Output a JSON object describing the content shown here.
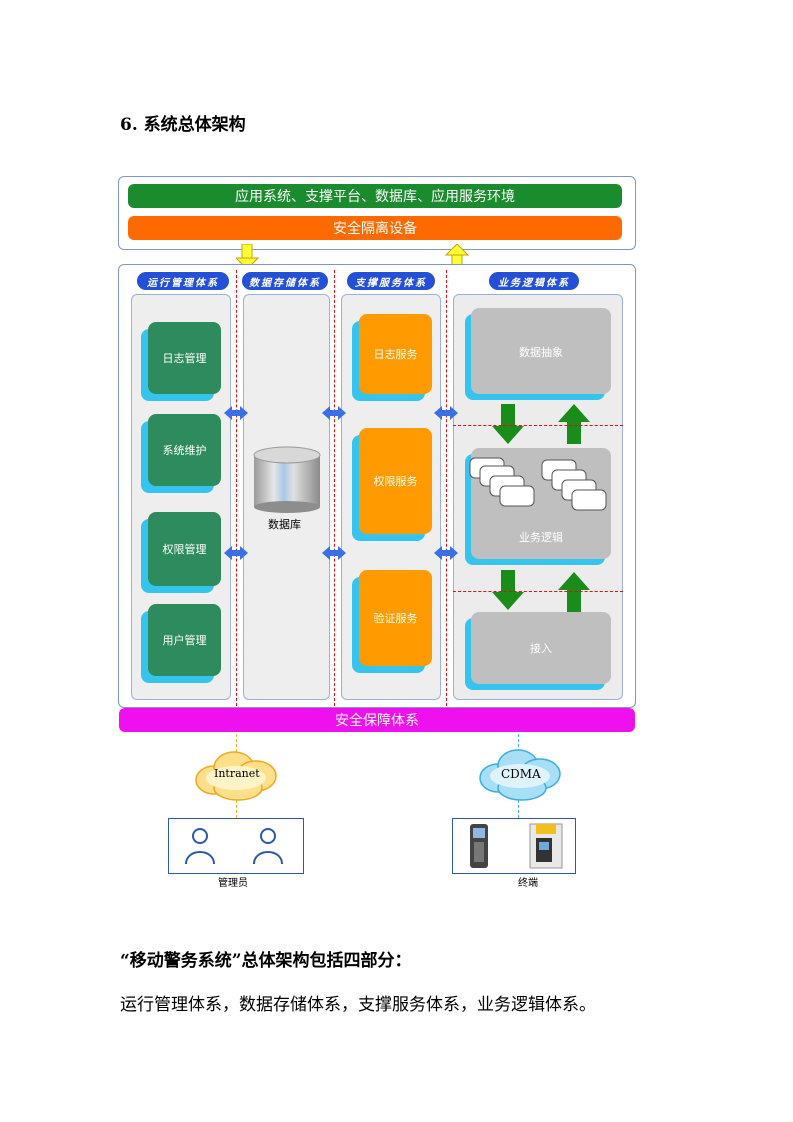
{
  "section_title": "6.  系统总体架构",
  "diagram": {
    "top_bar": "应用系统、支撑平台、数据库、应用服务环境",
    "isolation_bar": "安全隔离设备",
    "security_bar": "安全保障体系",
    "columns": {
      "ops": {
        "title": "运行管理体系",
        "items": [
          "日志管理",
          "系统维护",
          "权限管理",
          "用户管理"
        ]
      },
      "storage": {
        "title": "数据存储体系",
        "db_label": "数据库"
      },
      "support": {
        "title": "支撑服务体系",
        "items": [
          "日志服务",
          "权限服务",
          "验证服务"
        ]
      },
      "logic": {
        "title": "业务逻辑体系",
        "items": [
          "数据抽象",
          "业务逻辑",
          "接入"
        ]
      }
    },
    "networks": {
      "left": "Intranet",
      "right": "CDMA"
    },
    "admins_label": "管理员",
    "terminal_label": "终端"
  },
  "heading2": "“移动警务系统”总体架构包括四部分：",
  "paragraph": "运行管理体系，数据存储体系，支撑服务体系，业务逻辑体系。",
  "colors": {
    "green_bar": "#1a8c2e",
    "orange_bar": "#ff6a00",
    "magenta_bar": "#ee10ee",
    "column_head": "#2450d8"
  }
}
